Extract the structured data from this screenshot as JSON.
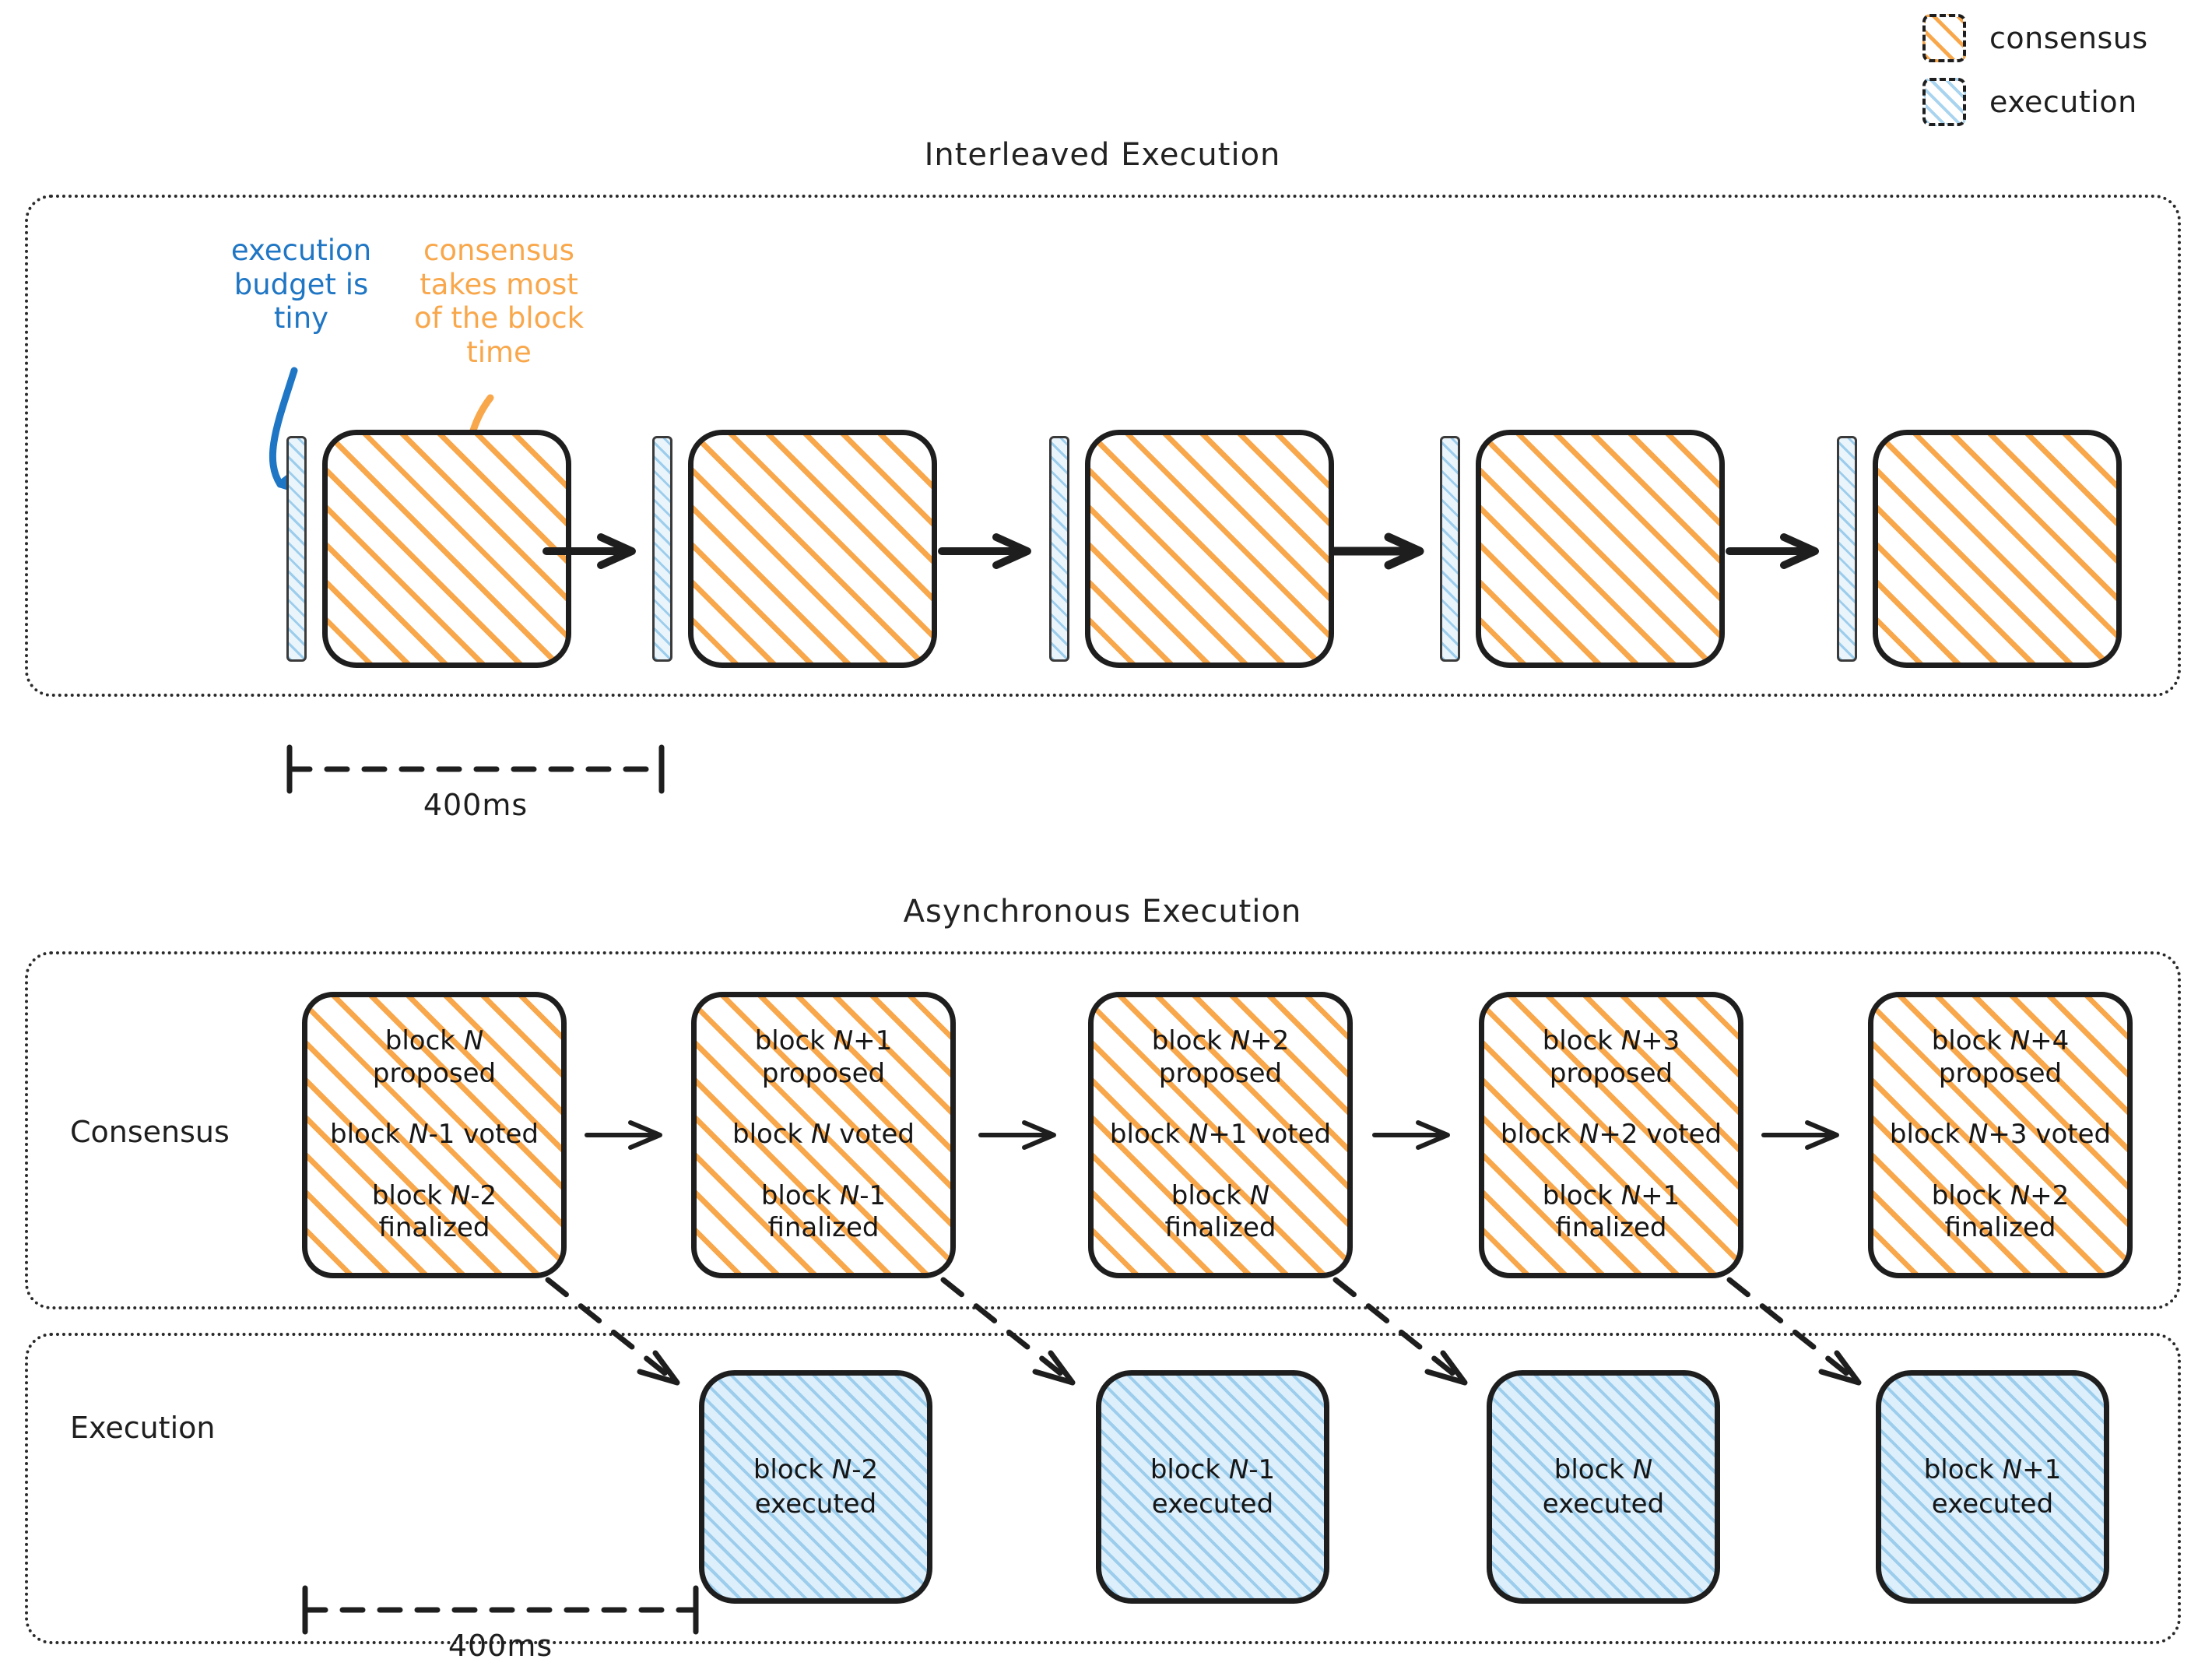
{
  "legend": {
    "items": [
      {
        "label": "consensus",
        "swatch": "consensus-hatch-swatch",
        "color": "#f9a74b"
      },
      {
        "label": "execution",
        "swatch": "execution-hatch-swatch",
        "color": "#a8d4ef"
      }
    ]
  },
  "colors": {
    "consensus": "#f9a74b",
    "execution": "#9ccdec",
    "execution_fill": "#ddeffb",
    "annotation_blue": "#1f76c4",
    "stroke": "#1e1e1e"
  },
  "interleaved": {
    "title": "Interleaved Execution",
    "annotations": [
      {
        "name": "execution-budget-note",
        "text": "execution budget is tiny",
        "color": "#1f76c4"
      },
      {
        "name": "consensus-time-note",
        "text": "consensus takes most of the block time",
        "color": "#f9a74b"
      }
    ],
    "slot_count": 5,
    "duration_label": "400ms"
  },
  "async": {
    "title": "Asynchronous Execution",
    "rows": [
      {
        "label": "Consensus"
      },
      {
        "label": "Execution"
      }
    ],
    "consensus_blocks": [
      {
        "proposed": "block N\nproposed",
        "voted": "block N-1 voted",
        "finalized": "block N-2\nfinalized"
      },
      {
        "proposed": "block N+1\nproposed",
        "voted": "block N voted",
        "finalized": "block N-1\nfinalized"
      },
      {
        "proposed": "block N+2\nproposed",
        "voted": "block N+1 voted",
        "finalized": "block N\nfinalized"
      },
      {
        "proposed": "block N+3\nproposed",
        "voted": "block N+2 voted",
        "finalized": "block N+1\nfinalized"
      },
      {
        "proposed": "block N+4\nproposed",
        "voted": "block N+3 voted",
        "finalized": "block N+2\nfinalized"
      }
    ],
    "execution_blocks": [
      {
        "text": "block N-2\nexecuted"
      },
      {
        "text": "block N-1\nexecuted"
      },
      {
        "text": "block N\nexecuted"
      },
      {
        "text": "block N+1\nexecuted"
      }
    ],
    "duration_label": "400ms"
  }
}
